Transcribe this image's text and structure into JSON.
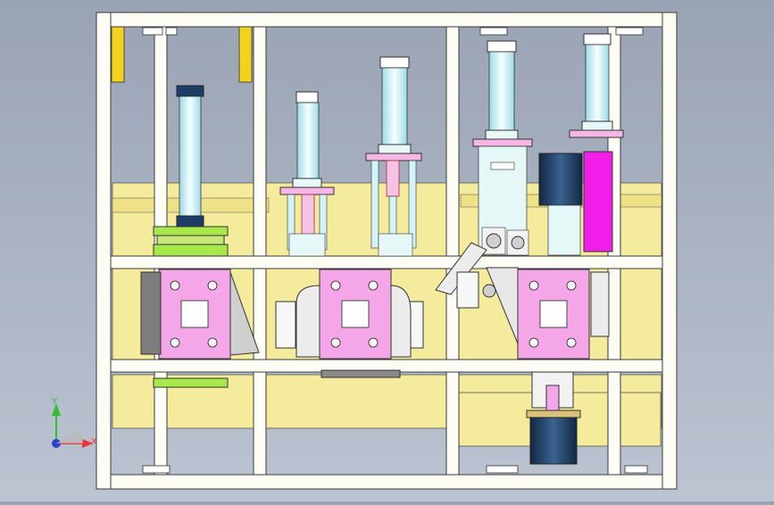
{
  "viewport": {
    "title": ""
  },
  "axes": {
    "y_label": "Y",
    "x_label": "X"
  },
  "colors": {
    "frame": "#fdfdf5",
    "frame_edge": "#3a3a3a",
    "yellow_plate": "#f4eb9c",
    "yellow_strip": "#f2d21c",
    "pink_plate": "#f4a6e8",
    "magenta": "#f01ee8",
    "cylinder": "#d3f3f7",
    "green": "#a7e84a",
    "navy": "#1d3c66",
    "grey": "#7d7d7d"
  },
  "components": {
    "count_pink_plates": 3,
    "count_cylinders": 5
  }
}
